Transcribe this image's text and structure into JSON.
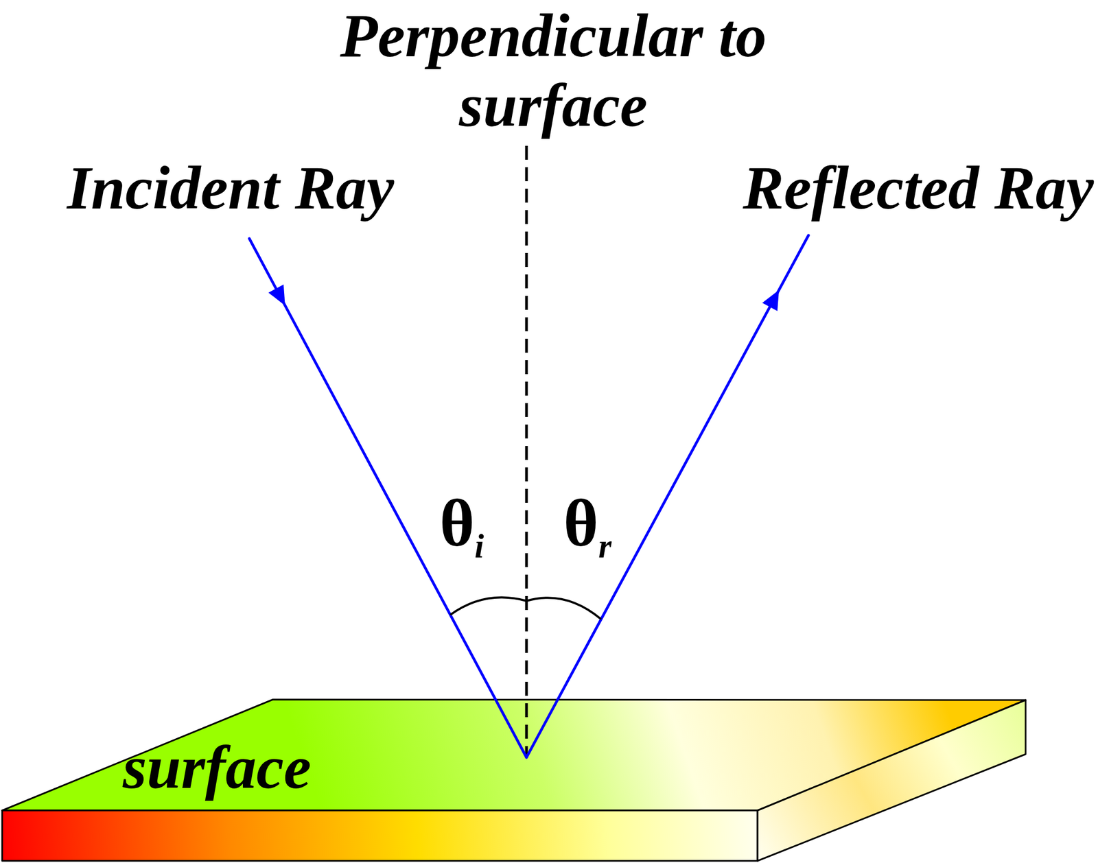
{
  "diagram": {
    "labels": [
      "Perpendicular to surface",
      "Incident Ray",
      "Reflected Ray",
      "θi",
      "θr",
      "surface"
    ]
  }
}
